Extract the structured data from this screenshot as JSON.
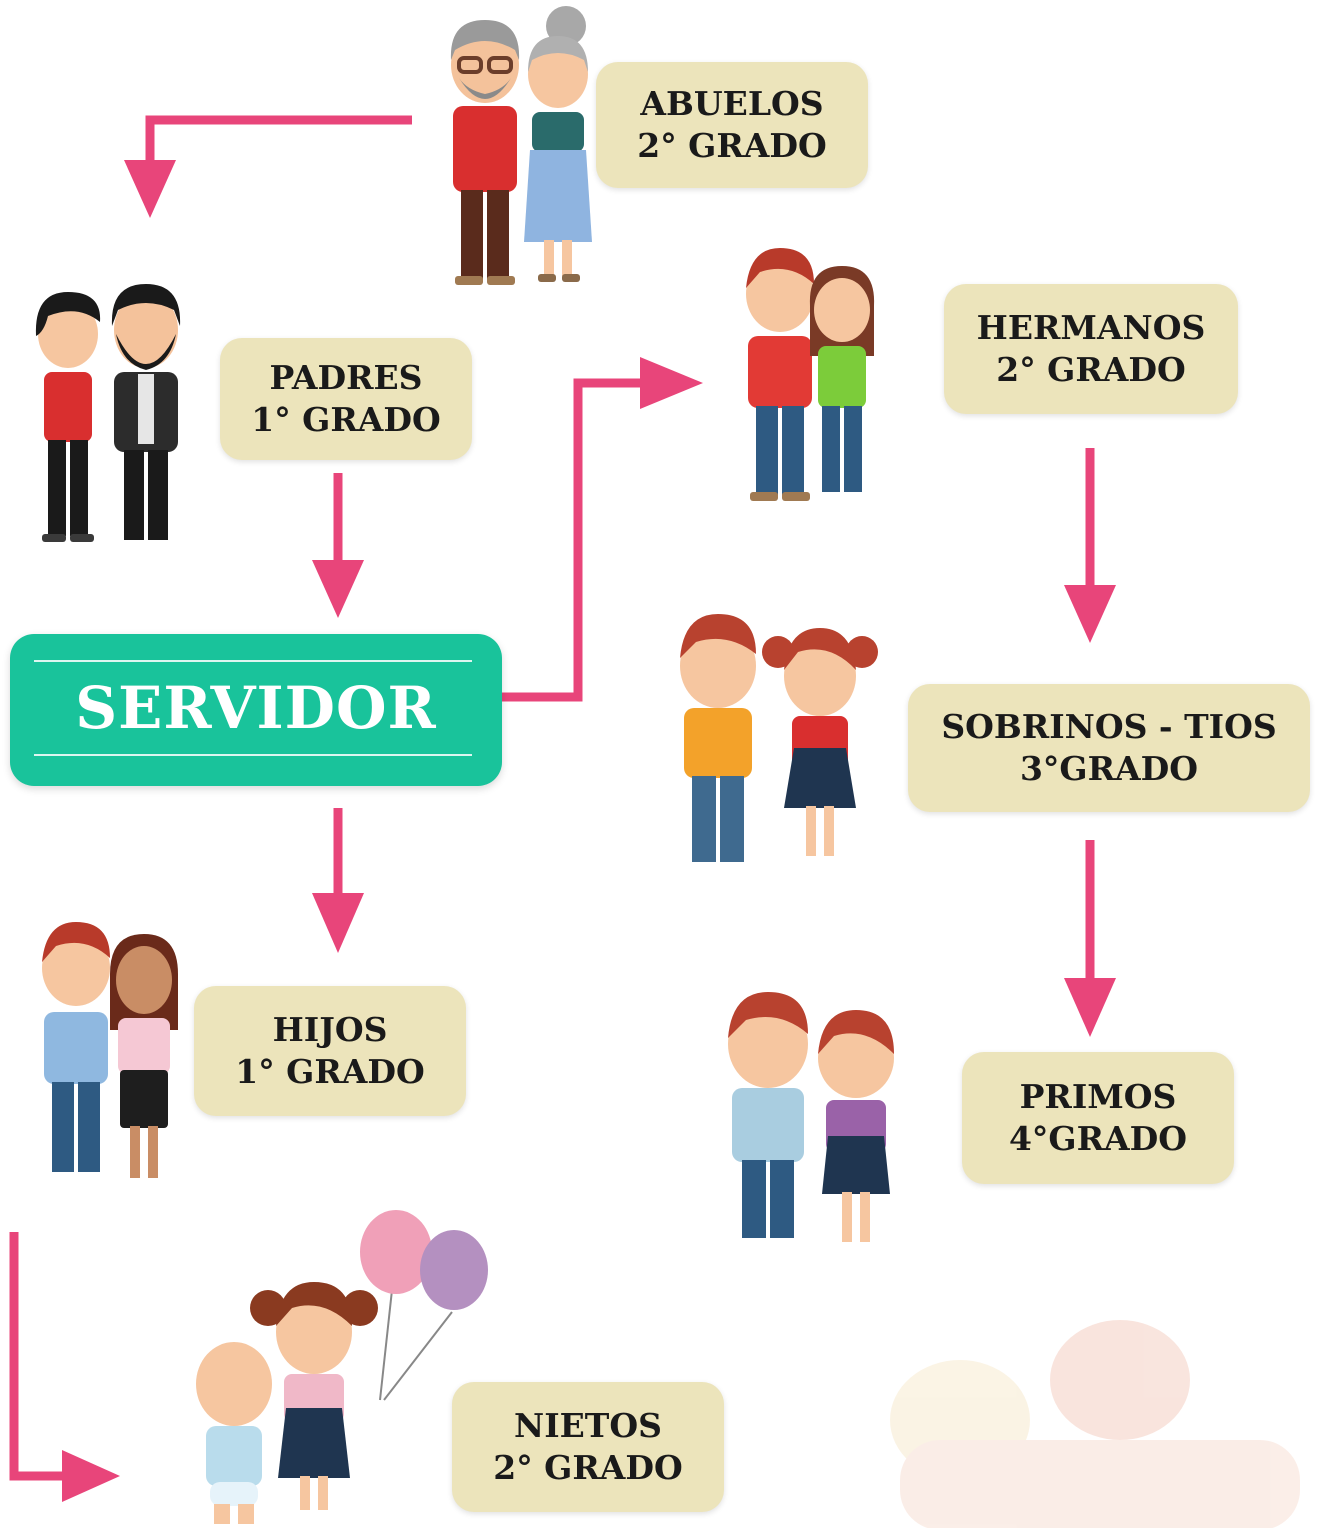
{
  "colors": {
    "arrow": "#e8457a",
    "label_bg": "#ece4bb",
    "center_bg": "#19c39b"
  },
  "center": {
    "title": "SERVIDOR"
  },
  "nodes": {
    "abuelos": {
      "name": "ABUELOS",
      "grade": "2° GRADO"
    },
    "padres": {
      "name": "PADRES",
      "grade": "1° GRADO"
    },
    "hermanos": {
      "name": "HERMANOS",
      "grade": "2° GRADO"
    },
    "sobrinos": {
      "name": "SOBRINOS - TIOS",
      "grade": "3°GRADO"
    },
    "hijos": {
      "name": "HIJOS",
      "grade": "1°  GRADO"
    },
    "primos": {
      "name": "PRIMOS",
      "grade": "4°GRADO"
    },
    "nietos": {
      "name": "NIETOS",
      "grade": "2° GRADO"
    }
  },
  "illustrations": [
    "grandparents-couple-icon",
    "parents-couple-icon",
    "siblings-couple-icon",
    "nephew-niece-couple-icon",
    "children-couple-icon",
    "cousins-couple-icon",
    "grandchildren-with-balloons-icon"
  ]
}
